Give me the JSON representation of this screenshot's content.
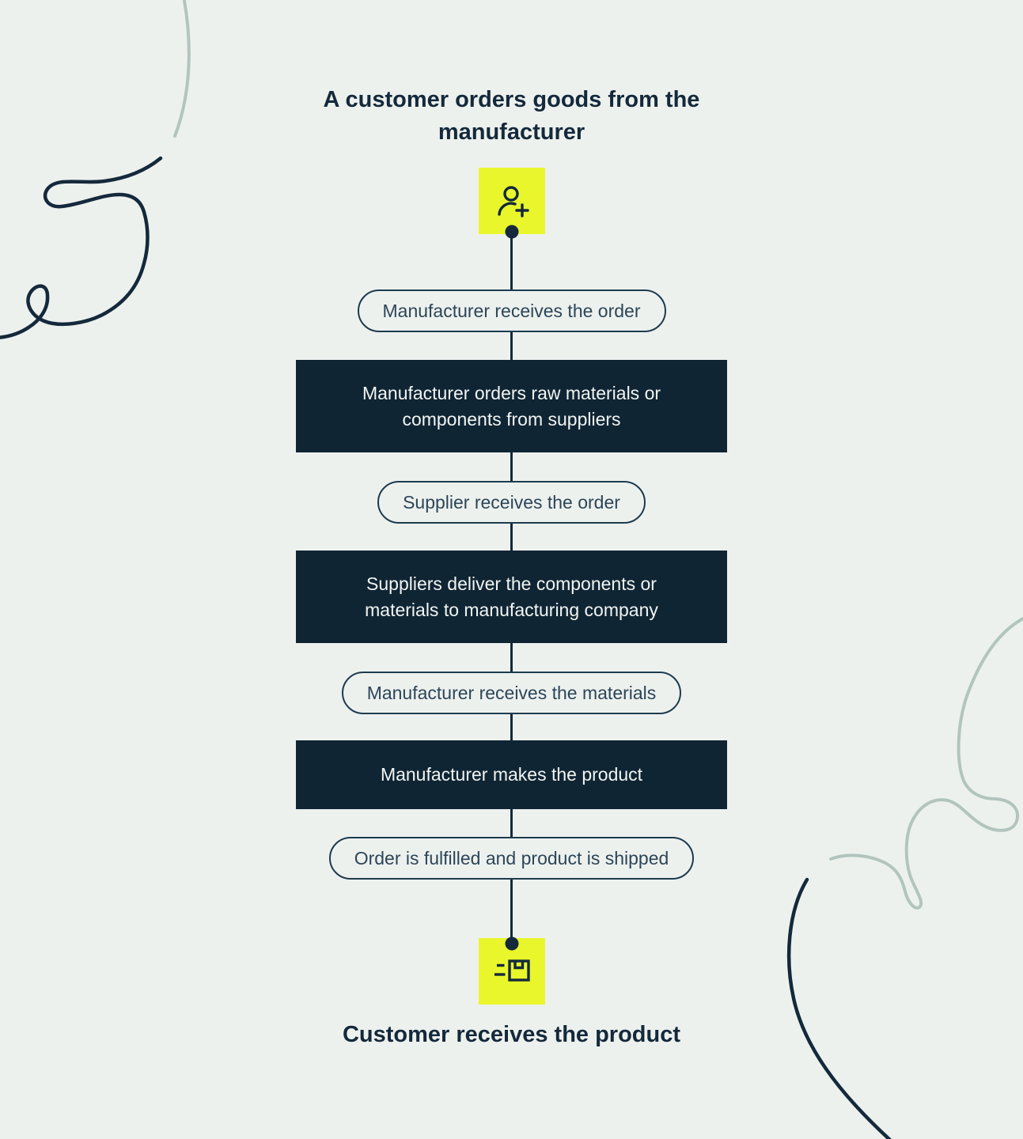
{
  "titles": {
    "top": "A customer orders goods from the manufacturer",
    "bottom": "Customer receives the product"
  },
  "flow": {
    "start_icon": "user-plus-icon",
    "end_icon": "package-shipped-icon",
    "steps": [
      {
        "type": "pill",
        "label": "Manufacturer receives the order"
      },
      {
        "type": "box",
        "label": "Manufacturer orders raw materials or components from suppliers"
      },
      {
        "type": "pill",
        "label": "Supplier receives the order"
      },
      {
        "type": "box",
        "label": "Suppliers deliver the components or materials to manufacturing company"
      },
      {
        "type": "pill",
        "label": "Manufacturer receives the materials"
      },
      {
        "type": "box",
        "label": "Manufacturer makes the product"
      },
      {
        "type": "pill",
        "label": "Order is fulfilled and product is shipped"
      }
    ]
  },
  "colors": {
    "bg": "#edf1ee",
    "navy": "#14293b",
    "box_bg": "#102534",
    "box_text": "#f1f5f2",
    "pill_border": "#1d3b4e",
    "pill_text": "#2c4558",
    "yellow": "#e9f62b",
    "decor_light": "#b1c5be"
  }
}
